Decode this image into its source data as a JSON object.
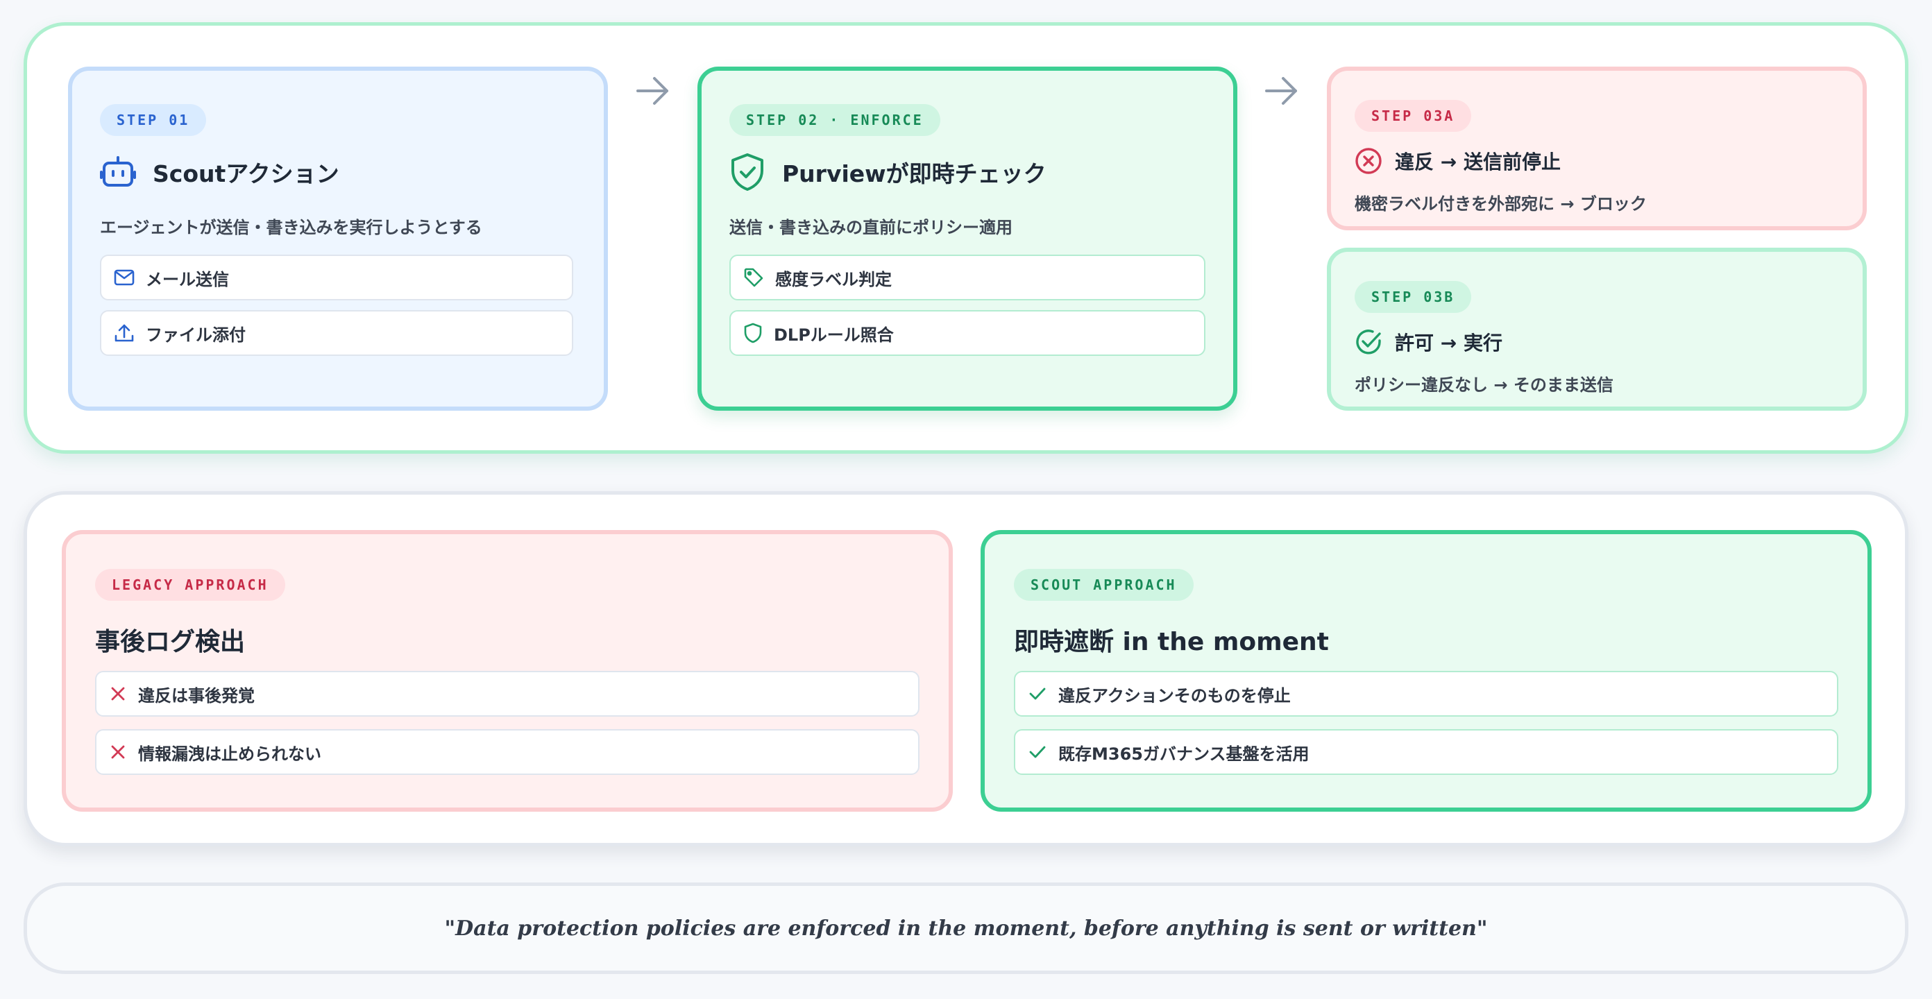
{
  "flow": {
    "step1": {
      "badge": "STEP 01",
      "title": "Scoutアクション",
      "desc": "エージェントが送信・書き込みを実行しようとする",
      "items": [
        {
          "label": "メール送信",
          "icon": "mail-icon"
        },
        {
          "label": "ファイル添付",
          "icon": "upload-icon"
        }
      ]
    },
    "step2": {
      "badge": "STEP 02 · ENFORCE",
      "title": "Purviewが即時チェック",
      "desc": "送信・書き込みの直前にポリシー適用",
      "items": [
        {
          "label": "感度ラベル判定",
          "icon": "tag-icon"
        },
        {
          "label": "DLPルール照合",
          "icon": "shield-outline-icon"
        }
      ]
    },
    "step3a": {
      "badge": "STEP 03A",
      "title": "違反 → 送信前停止",
      "desc": "機密ラベル付きを外部宛に → ブロック"
    },
    "step3b": {
      "badge": "STEP 03B",
      "title": "許可 → 実行",
      "desc": "ポリシー違反なし → そのまま送信"
    }
  },
  "compare": {
    "legacy": {
      "badge": "LEGACY APPROACH",
      "title": "事後ログ検出",
      "items": [
        "違反は事後発覚",
        "情報漏洩は止められない"
      ]
    },
    "scout": {
      "badge": "SCOUT APPROACH",
      "title": "即時遮断 in the moment",
      "items": [
        "違反アクションそのものを停止",
        "既存M365ガバナンス基盤を活用"
      ]
    }
  },
  "quote": "\"Data protection policies are enforced in the moment, before anything is sent or written\"",
  "colors": {
    "blue_accent": "#2a63cf",
    "green_accent": "#1fa56b",
    "red_accent": "#d23a55"
  }
}
